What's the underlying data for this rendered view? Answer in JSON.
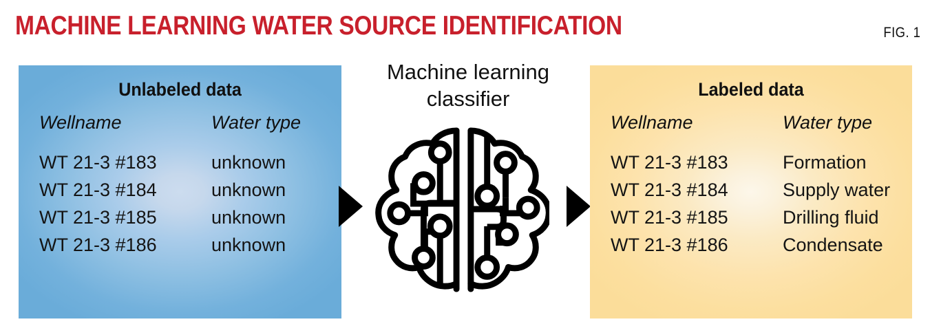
{
  "header": {
    "title": "MACHINE LEARNING WATER SOURCE IDENTIFICATION",
    "figure_number": "FIG. 1",
    "title_color": "#c8202c"
  },
  "center": {
    "caption_line1": "Machine learning",
    "caption_line2": "classifier",
    "icon": "brain-circuit-icon",
    "arrow_in": "right-arrow-icon",
    "arrow_out": "right-arrow-icon"
  },
  "panels": [
    {
      "id": "unlabeled",
      "heading": "Unlabeled data",
      "accent_color": "#6aacd9",
      "columns": [
        "Wellname",
        "Water type"
      ],
      "rows": [
        [
          "WT 21-3 #183",
          "unknown"
        ],
        [
          "WT 21-3 #184",
          "unknown"
        ],
        [
          "WT 21-3 #185",
          "unknown"
        ],
        [
          "WT 21-3 #186",
          "unknown"
        ]
      ]
    },
    {
      "id": "labeled",
      "heading": "Labeled data",
      "accent_color": "#fbdd9a",
      "columns": [
        "Wellname",
        "Water type"
      ],
      "rows": [
        [
          "WT 21-3 #183",
          "Formation"
        ],
        [
          "WT 21-3 #184",
          "Supply water"
        ],
        [
          "WT 21-3 #185",
          "Drilling fluid"
        ],
        [
          "WT 21-3 #186",
          "Condensate"
        ]
      ]
    }
  ]
}
